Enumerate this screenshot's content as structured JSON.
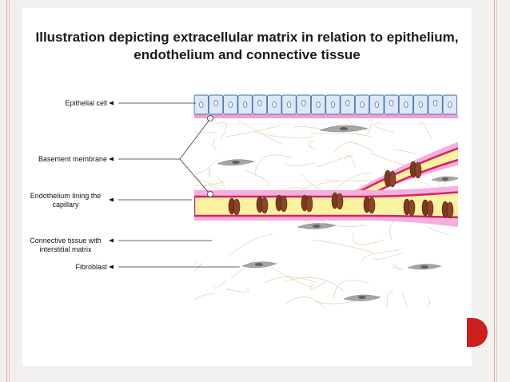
{
  "title": "Illustration depicting extracellular matrix in relation to epithelium, endothelium and connective tissue",
  "labels": {
    "epithelial": "Epithelial cell",
    "basement": "Basement membrane",
    "endothelium_1": "Endothelium lining the",
    "endothelium_2": "capillary",
    "connective_1": "Connective tissue with",
    "connective_2": "interstitial matrix",
    "fibroblast": "Fibroblast"
  },
  "colors": {
    "epithelium_fill": "#dce8f8",
    "epithelium_stroke": "#4a6fa5",
    "basement_membrane": "#f0a0d8",
    "capillary_wall": "#d8206a",
    "capillary_lumen": "#faf2a0",
    "rbc": "#7a3a1e",
    "fiber": "#e8c8a8",
    "fibroblast": "#9a9a9a",
    "page_badge": "#cc1f1f"
  }
}
